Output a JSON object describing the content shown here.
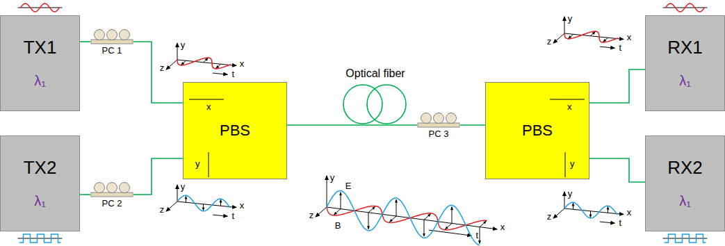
{
  "diagram": {
    "nodes": [
      {
        "text": [
          "TX1",
          "λ₁"
        ]
      },
      {
        "text": [
          "TX2",
          "λ₁"
        ]
      },
      {
        "text": [
          "PC 1"
        ]
      },
      {
        "text": [
          "PC 2"
        ]
      },
      {
        "text": [
          "PBS",
          "x",
          "y"
        ]
      },
      {
        "text": [
          "PC 3"
        ]
      },
      {
        "text": [
          "PBS",
          "x",
          "y"
        ]
      },
      {
        "text": [
          "RX1",
          "λ₁"
        ]
      },
      {
        "text": [
          "RX2",
          "λ₁"
        ]
      }
    ],
    "edges": [
      {
        "from": 0,
        "to": 2,
        "arrow": "none"
      },
      {
        "from": 2,
        "to": 4,
        "arrow": "none"
      },
      {
        "from": 1,
        "to": 3,
        "arrow": "none"
      },
      {
        "from": 3,
        "to": 4,
        "arrow": "none"
      },
      {
        "from": 4,
        "to": 5,
        "arrow": "none"
      },
      {
        "from": 5,
        "to": 6,
        "arrow": "none"
      },
      {
        "from": 6,
        "to": 7,
        "arrow": "none"
      },
      {
        "from": 6,
        "to": 8,
        "arrow": "none"
      }
    ],
    "labels": [
      "y",
      "z",
      "x",
      "t",
      "Optical fiber",
      "y",
      "z",
      "x",
      "t",
      "y",
      "E",
      "z",
      "B",
      "x",
      "t",
      "y",
      "z",
      "x",
      "t",
      "y",
      "z",
      "x",
      "t"
    ]
  }
}
